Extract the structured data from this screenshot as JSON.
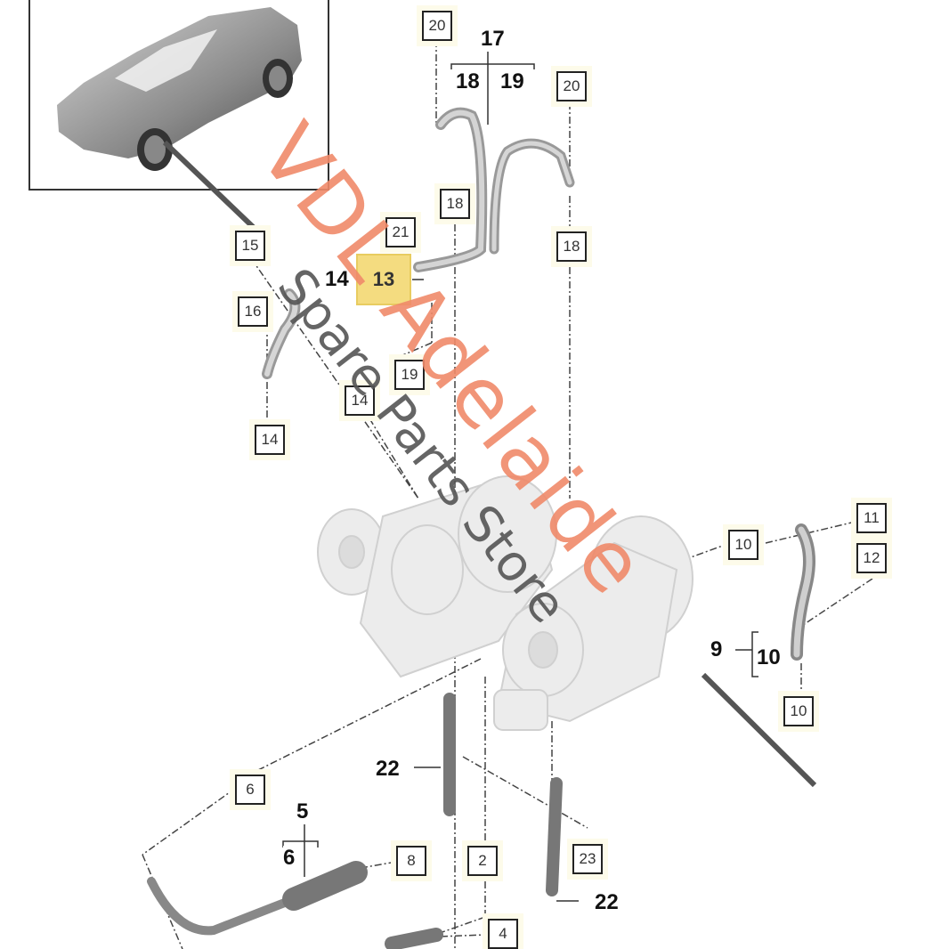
{
  "diagram": {
    "type": "exploded parts diagram",
    "subject": "turbocharger coolant and oil lines",
    "inset": {
      "description": "SUV vehicle locator thumbnail"
    },
    "callouts": [
      {
        "id": "c20a",
        "label": "20"
      },
      {
        "id": "c17",
        "label": "17"
      },
      {
        "id": "c18top",
        "label": "18"
      },
      {
        "id": "c19top",
        "label": "19"
      },
      {
        "id": "c20b",
        "label": "20"
      },
      {
        "id": "c18a",
        "label": "18"
      },
      {
        "id": "c18b",
        "label": "18"
      },
      {
        "id": "c21",
        "label": "21"
      },
      {
        "id": "c15",
        "label": "15"
      },
      {
        "id": "c14bold",
        "label": "14"
      },
      {
        "id": "c13",
        "label": "13"
      },
      {
        "id": "c16",
        "label": "16"
      },
      {
        "id": "c19",
        "label": "19"
      },
      {
        "id": "c14a",
        "label": "14"
      },
      {
        "id": "c14b",
        "label": "14"
      },
      {
        "id": "c10a",
        "label": "10"
      },
      {
        "id": "c11",
        "label": "11"
      },
      {
        "id": "c12",
        "label": "12"
      },
      {
        "id": "c9",
        "label": "9"
      },
      {
        "id": "c10bold",
        "label": "10"
      },
      {
        "id": "c10b",
        "label": "10"
      },
      {
        "id": "c22a",
        "label": "22"
      },
      {
        "id": "c6a",
        "label": "6"
      },
      {
        "id": "c5",
        "label": "5"
      },
      {
        "id": "c6bold",
        "label": "6"
      },
      {
        "id": "c8",
        "label": "8"
      },
      {
        "id": "c2",
        "label": "2"
      },
      {
        "id": "c23",
        "label": "23"
      },
      {
        "id": "c22b",
        "label": "22"
      },
      {
        "id": "c4",
        "label": "4"
      }
    ],
    "highlighted_part": "13"
  },
  "watermark": {
    "line1": "VDL Adelaide",
    "line2": "Spare Parts Store",
    "line1_color": "#f08a6a",
    "line2_color": "#555555"
  },
  "colors": {
    "highlight": "#f4dc80",
    "callout_border": "#222222",
    "callout_glow": "#fdfbea"
  }
}
